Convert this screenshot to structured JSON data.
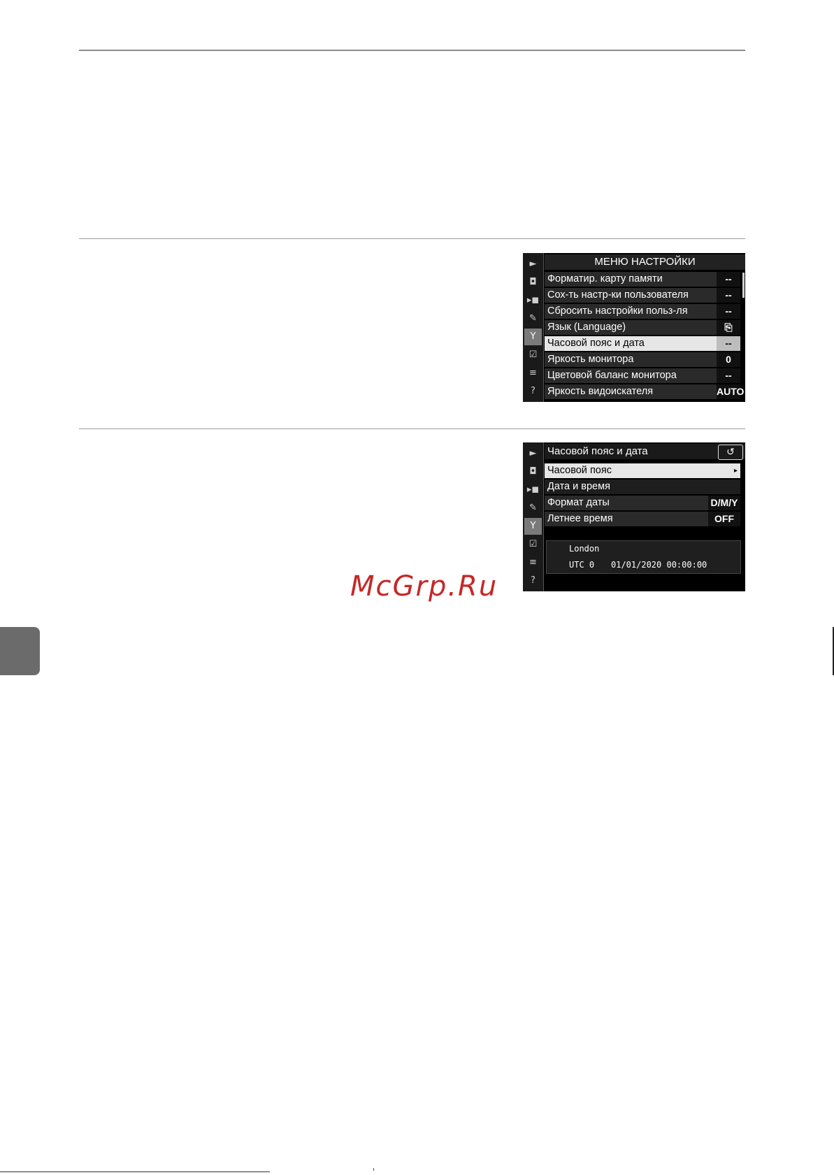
{
  "watermark": "McGrp.Ru",
  "screen1": {
    "title": "МЕНЮ НАСТРОЙКИ",
    "tabs": [
      "►",
      "◘",
      "▸◼",
      "✎",
      "Y",
      "☑",
      "≡",
      "?"
    ],
    "rows": [
      {
        "label": "Форматир. карту памяти",
        "value": "--"
      },
      {
        "label": "Сох-ть настр-ки пользователя",
        "value": "--"
      },
      {
        "label": "Сбросить настройки польз-ля",
        "value": "--"
      },
      {
        "label": "Язык (Language)",
        "value": "⎘"
      },
      {
        "label": "Часовой пояс и дата",
        "value": "--"
      },
      {
        "label": "Яркость монитора",
        "value": "0"
      },
      {
        "label": "Цветовой баланс монитора",
        "value": "--"
      },
      {
        "label": "Яркость видоискателя",
        "value": "AUTO"
      }
    ]
  },
  "screen2": {
    "title": "Часовой пояс и дата",
    "back": "↺",
    "tabs": [
      "►",
      "◘",
      "▸◼",
      "✎",
      "Y",
      "☑",
      "≡",
      "?"
    ],
    "rows": [
      {
        "label": "Часовой пояс",
        "value": "▸"
      },
      {
        "label": "Дата и время",
        "value": ""
      },
      {
        "label": "Формат даты",
        "value": "D/M/Y"
      },
      {
        "label": "Летнее время",
        "value": "OFF"
      }
    ],
    "info": {
      "city": "London",
      "utc": "UTC  0",
      "datetime": "01/01/2020  00:00:00"
    }
  }
}
